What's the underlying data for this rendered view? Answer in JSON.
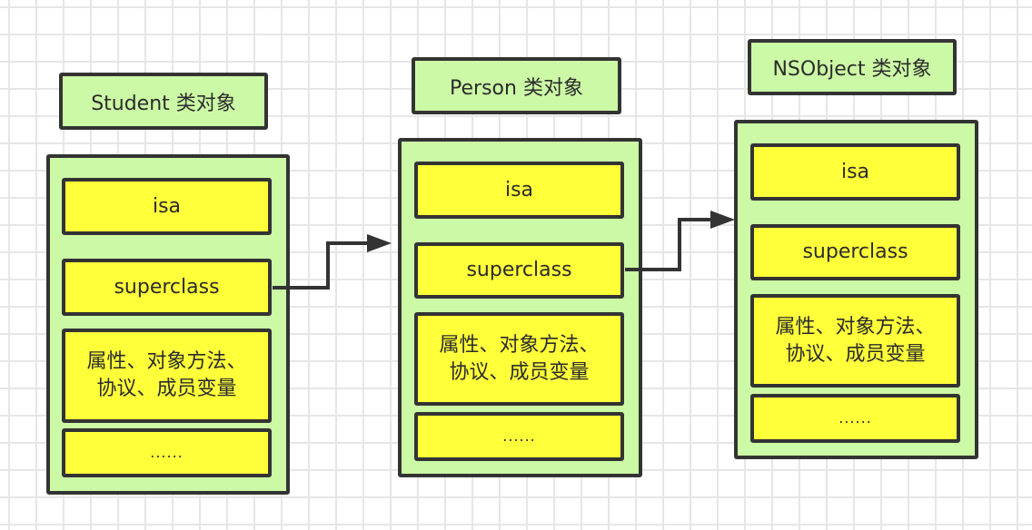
{
  "diagram": {
    "classes": [
      {
        "id": "student",
        "title": "Student 类对象",
        "slots": [
          "isa",
          "superclass",
          "属性、对象方法、协议、成员变量",
          "......"
        ]
      },
      {
        "id": "person",
        "title": "Person 类对象",
        "slots": [
          "isa",
          "superclass",
          "属性、对象方法、协议、成员变量",
          "......"
        ]
      },
      {
        "id": "nsobject",
        "title": "NSObject 类对象",
        "slots": [
          "isa",
          "superclass",
          "属性、对象方法、协议、成员变量",
          "......"
        ]
      }
    ],
    "edges": [
      {
        "from": "student.superclass",
        "to": "person"
      },
      {
        "from": "person.superclass",
        "to": "nsobject"
      }
    ],
    "colors": {
      "class_fill": "#ccf9a5",
      "slot_fill": "#ffff3a",
      "stroke": "#333333",
      "grid": "#e6e6e6"
    }
  }
}
